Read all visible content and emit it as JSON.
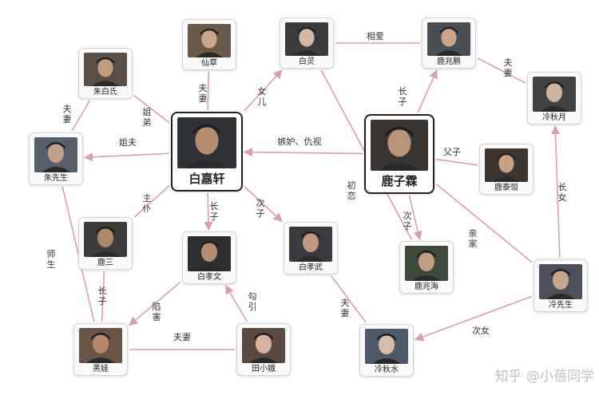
{
  "nodes": [
    {
      "id": "xiancao",
      "name": "仙草",
      "main": false
    },
    {
      "id": "bailing",
      "name": "白灵",
      "main": false
    },
    {
      "id": "luzhaopeng",
      "name": "鹿兆鹏",
      "main": false
    },
    {
      "id": "zhubaishi",
      "name": "朱白氏",
      "main": false
    },
    {
      "id": "lengqiuyue",
      "name": "冷秋月",
      "main": false
    },
    {
      "id": "baijiaxuan",
      "name": "白嘉轩",
      "main": true
    },
    {
      "id": "luzilin",
      "name": "鹿子霖",
      "main": true
    },
    {
      "id": "zhuxiansheng",
      "name": "朱先生",
      "main": false
    },
    {
      "id": "lutaiheng",
      "name": "鹿泰恒",
      "main": false
    },
    {
      "id": "lusan",
      "name": "鹿三",
      "main": false
    },
    {
      "id": "baixiaowen",
      "name": "白孝文",
      "main": false
    },
    {
      "id": "baixiaowu",
      "name": "白孝武",
      "main": false
    },
    {
      "id": "luzhaohai",
      "name": "鹿兆海",
      "main": false
    },
    {
      "id": "lengxiansheng",
      "name": "冷先生",
      "main": false
    },
    {
      "id": "heiwa",
      "name": "黑娃",
      "main": false
    },
    {
      "id": "tianxiaoe",
      "name": "田小娥",
      "main": false
    },
    {
      "id": "lengqiushui",
      "name": "冷秋水",
      "main": false
    }
  ],
  "edges": [
    {
      "label": "夫妻"
    },
    {
      "label": "女儿"
    },
    {
      "label": "相爱"
    },
    {
      "label": "夫妻"
    },
    {
      "label": "长子"
    },
    {
      "label": "姐弟"
    },
    {
      "label": "夫妻"
    },
    {
      "label": "姐夫"
    },
    {
      "label": "嫉妒、仇视"
    },
    {
      "label": "父子"
    },
    {
      "label": "初恋"
    },
    {
      "label": "主仆"
    },
    {
      "label": "长子"
    },
    {
      "label": "次子"
    },
    {
      "label": "次子"
    },
    {
      "label": "亲家"
    },
    {
      "label": "长女"
    },
    {
      "label": "师生"
    },
    {
      "label": "长子"
    },
    {
      "label": "陷害"
    },
    {
      "label": "勾引"
    },
    {
      "label": "夫妻"
    },
    {
      "label": "夫妻"
    },
    {
      "label": "次女"
    }
  ],
  "watermark": "知乎 @小蓓同学"
}
